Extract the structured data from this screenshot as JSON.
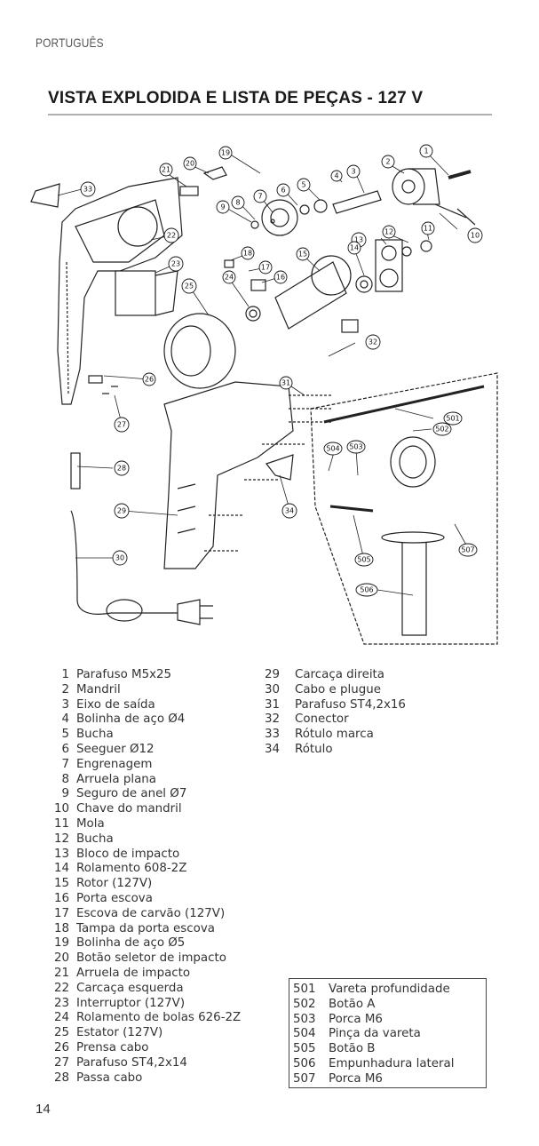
{
  "header": {
    "language": "PORTUGUÊS",
    "title": "VISTA EXPLODIDA E LISTA DE PEÇAS - 127 V"
  },
  "diagram": {
    "callouts": [
      "1",
      "2",
      "3",
      "4",
      "5",
      "6",
      "7",
      "8",
      "9",
      "10",
      "11",
      "12",
      "13",
      "14",
      "15",
      "16",
      "17",
      "18",
      "19",
      "20",
      "21",
      "22",
      "23",
      "24",
      "25",
      "26",
      "27",
      "28",
      "29",
      "30",
      "31",
      "32",
      "33",
      "34",
      "501",
      "502",
      "503",
      "504",
      "505",
      "506",
      "507"
    ]
  },
  "parts_list": {
    "column1": [
      {
        "num": "1",
        "name": "Parafuso M5x25"
      },
      {
        "num": "2",
        "name": "Mandril"
      },
      {
        "num": "3",
        "name": "Eixo de saída"
      },
      {
        "num": "4",
        "name": "Bolinha de aço Ø4"
      },
      {
        "num": "5",
        "name": "Bucha"
      },
      {
        "num": "6",
        "name": "Seeguer Ø12"
      },
      {
        "num": "7",
        "name": "Engrenagem"
      },
      {
        "num": "8",
        "name": "Arruela plana"
      },
      {
        "num": "9",
        "name": "Seguro de anel Ø7"
      },
      {
        "num": "10",
        "name": "Chave do mandril"
      },
      {
        "num": "11",
        "name": "Mola"
      },
      {
        "num": "12",
        "name": "Bucha"
      },
      {
        "num": "13",
        "name": "Bloco de impacto"
      },
      {
        "num": "14",
        "name": "Rolamento 608-2Z"
      },
      {
        "num": "15",
        "name": "Rotor (127V)"
      },
      {
        "num": "16",
        "name": "Porta escova"
      },
      {
        "num": "17",
        "name": "Escova de carvão (127V)"
      },
      {
        "num": "18",
        "name": "Tampa da porta escova"
      },
      {
        "num": "19",
        "name": "Bolinha de aço Ø5"
      },
      {
        "num": "20",
        "name": "Botão seletor de impacto"
      },
      {
        "num": "21",
        "name": "Arruela de impacto"
      },
      {
        "num": "22",
        "name": "Carcaça esquerda"
      },
      {
        "num": "23",
        "name": "Interruptor (127V)"
      },
      {
        "num": "24",
        "name": "Rolamento de bolas 626-2Z"
      },
      {
        "num": "25",
        "name": "Estator (127V)"
      },
      {
        "num": "26",
        "name": "Prensa cabo"
      },
      {
        "num": "27",
        "name": "Parafuso ST4,2x14"
      },
      {
        "num": "28",
        "name": "Passa cabo"
      }
    ],
    "column2": [
      {
        "num": "29",
        "name": "Carcaça direita"
      },
      {
        "num": "30",
        "name": "Cabo e plugue"
      },
      {
        "num": "31",
        "name": "Parafuso  ST4,2x16"
      },
      {
        "num": "32",
        "name": "Conector"
      },
      {
        "num": "33",
        "name": "Rótulo marca"
      },
      {
        "num": "34",
        "name": "Rótulo"
      }
    ],
    "accessories": [
      {
        "num": "501",
        "name": "Vareta profundidade"
      },
      {
        "num": "502",
        "name": "Botão A"
      },
      {
        "num": "503",
        "name": "Porca M6"
      },
      {
        "num": "504",
        "name": "Pinça da vareta"
      },
      {
        "num": "505",
        "name": "Botão B"
      },
      {
        "num": "506",
        "name": "Empunhadura lateral"
      },
      {
        "num": "507",
        "name": "Porca M6"
      }
    ]
  },
  "footer": {
    "page_number": "14"
  }
}
